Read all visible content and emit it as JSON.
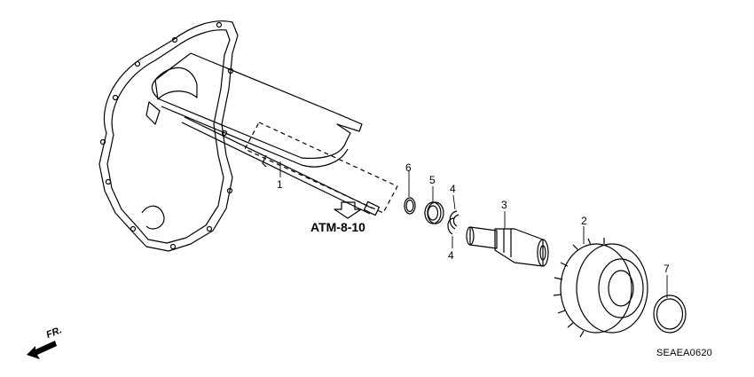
{
  "callouts": {
    "c1": "1",
    "c2": "2",
    "c3": "3",
    "c4a": "4",
    "c4b": "4",
    "c5": "5",
    "c6": "6",
    "c7": "7"
  },
  "reference": "ATM-8-10",
  "direction_label": "FR.",
  "diagram_code": "SEAEA0620"
}
